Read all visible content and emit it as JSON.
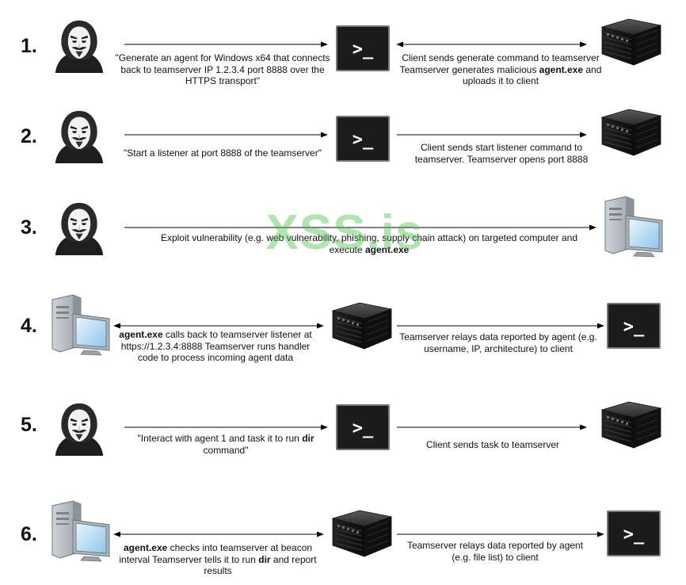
{
  "steps": [
    {
      "number": "1.",
      "left_label": {
        "pre": "\"Generate an agent for Windows x64 that connects back to teamserver IP 1.2.3.4 port 8888 over the HTTPS transport\"",
        "bold": "",
        "post": ""
      },
      "right_label": {
        "pre": "Client sends generate command to teamserver Teamserver generates malicious ",
        "bold": "agent.exe",
        "post": " and uploads it to client"
      }
    },
    {
      "number": "2.",
      "left_label": {
        "pre": "\"Start a listener at port 8888 of the teamserver\"",
        "bold": "",
        "post": ""
      },
      "right_label": {
        "pre": "Client sends start listener command to teamserver. Teamserver opens port 8888",
        "bold": "",
        "post": ""
      }
    },
    {
      "number": "3.",
      "center_label": {
        "pre": "Exploit vulnerability (e.g. web vulnerability, phishing, supply chain attack) on targeted computer and execute ",
        "bold": "agent.exe",
        "post": ""
      }
    },
    {
      "number": "4.",
      "left_label": {
        "bold": "agent.exe",
        "post": " calls back to teamserver listener at https://1.2.3.4:8888 Teamserver runs handler code to process incoming agent data"
      },
      "right_label": {
        "pre": "Teamserver relays data reported by agent (e.g. username, IP, architecture) to client",
        "bold": "",
        "post": ""
      }
    },
    {
      "number": "5.",
      "left_label": {
        "pre": "\"Interact with agent 1 and task it to run ",
        "bold": "dir",
        "post": " command\""
      },
      "right_label": {
        "pre": "Client sends task to teamserver",
        "bold": "",
        "post": ""
      }
    },
    {
      "number": "6.",
      "left_label": {
        "bold": "agent.exe",
        "mid": " checks into teamserver at beacon interval Teamserver tells it to run ",
        "bold2": "dir",
        "post": " and report results"
      },
      "right_label": {
        "pre": "Teamserver relays data reported by agent (e.g. file list) to client",
        "bold": "",
        "post": ""
      }
    }
  ],
  "terminal_prompt": ">_",
  "watermark": "XSS.is",
  "icons": {
    "hacker": "anonymous-hacker-icon",
    "terminal": "terminal-icon",
    "server": "server-icon",
    "computer": "desktop-computer-icon"
  },
  "colors": {
    "line": "#000000",
    "terminal_bg": "#1c1c1c",
    "watermark": "#46be46"
  }
}
